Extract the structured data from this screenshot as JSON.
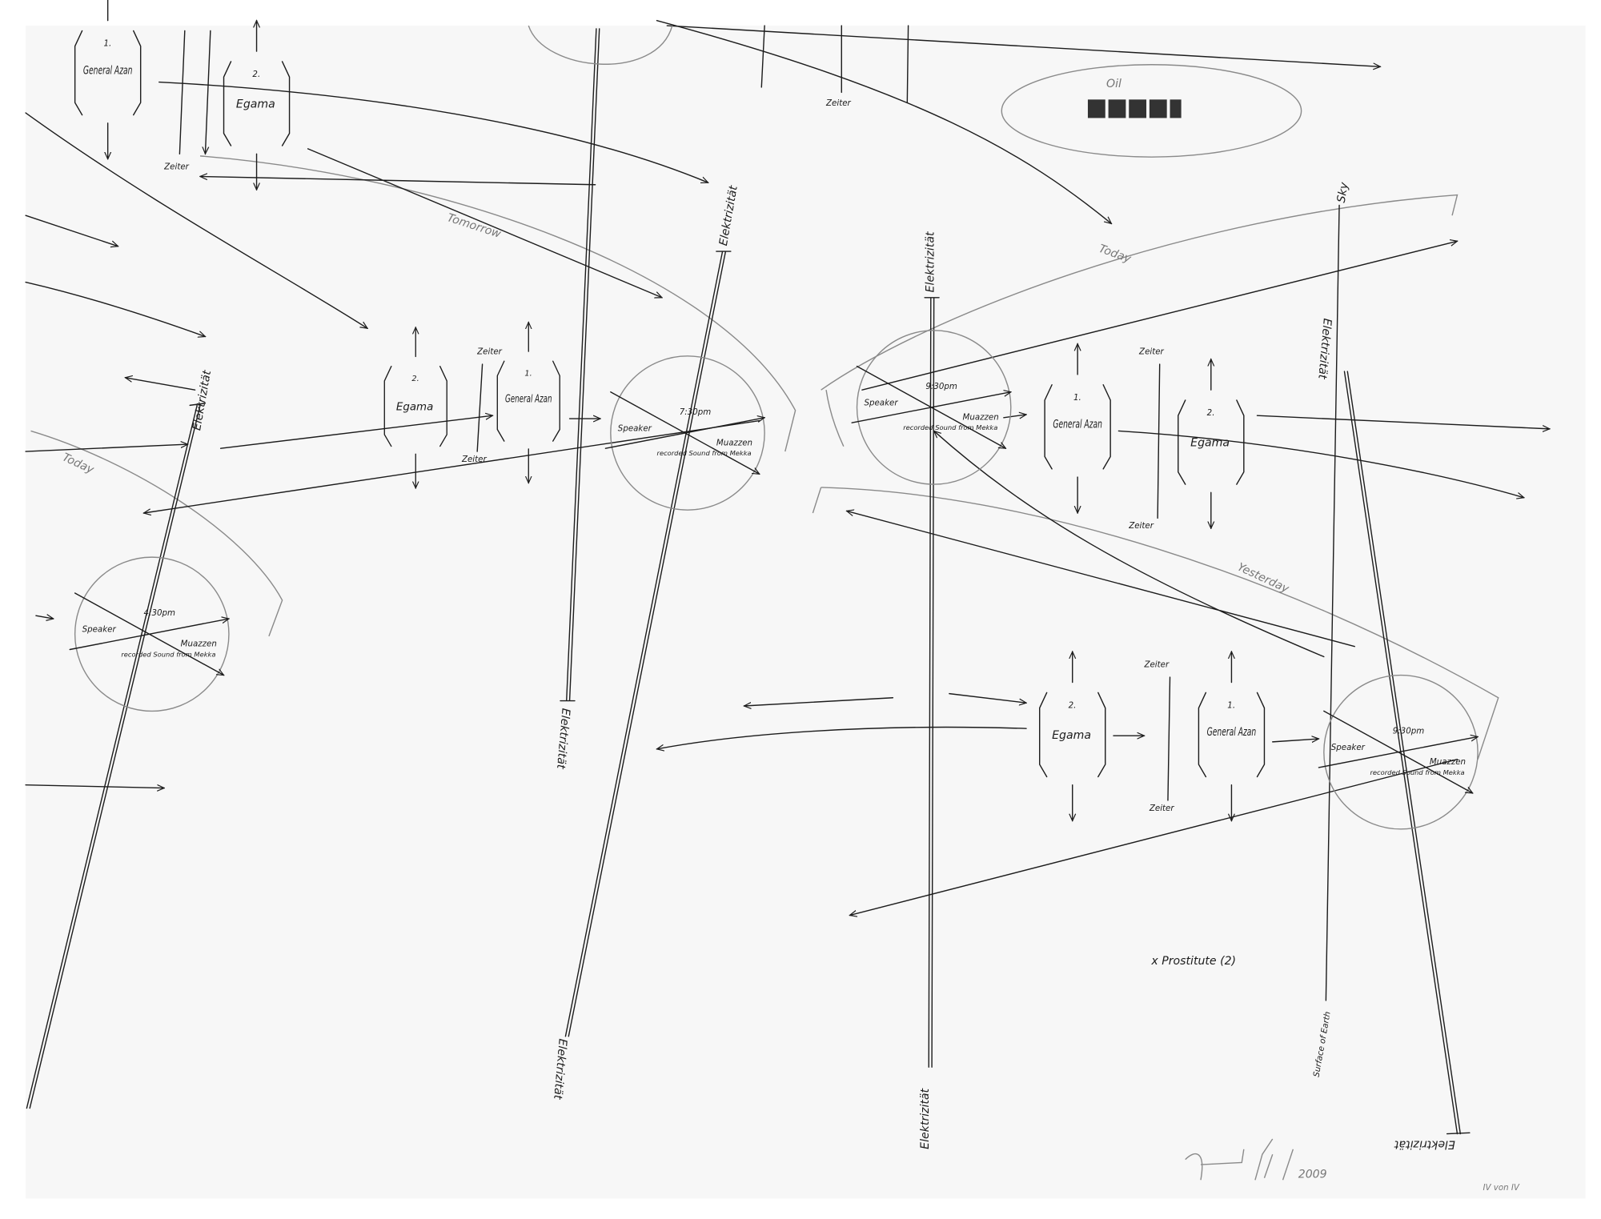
{
  "oil": {
    "label": "Oil",
    "blocks": 5,
    "block_color": "#333333"
  },
  "time_labels": {
    "tomorrow": "Tomorrow",
    "today": "Today",
    "yesterday": "Yesterday"
  },
  "poles": {
    "electricity": "Elektrizität",
    "sky": "Sky",
    "surface": "Surface of Earth"
  },
  "nodes": {
    "general_azan": "General Azan",
    "egama": "Egama",
    "first": "1.",
    "second": "2.",
    "zeiter": "Zeiter"
  },
  "circles": [
    {
      "time": "4:30pm",
      "speaker": "Speaker",
      "muazzen": "Muazzen",
      "recorded": "recorded Sound from Mekka"
    },
    {
      "time": "7:30pm",
      "speaker": "Speaker",
      "muazzen": "Muazzen",
      "recorded": "recorded Sound from Mekka"
    },
    {
      "time": "9:30pm",
      "speaker": "Speaker",
      "muazzen": "Muazzen",
      "recorded": "recorded Sound from Mekka"
    },
    {
      "time": "9:30pm",
      "speaker": "Speaker",
      "muazzen": "Muazzen",
      "recorded": "recorded Sound from Mekka"
    }
  ],
  "note": "x Prostitute (2)",
  "signature": "2009",
  "edition": "IV von IV",
  "colors": {
    "paper": "#f7f7f7",
    "ink": "#1c1c1c",
    "pencil": "#8a8a8a"
  }
}
